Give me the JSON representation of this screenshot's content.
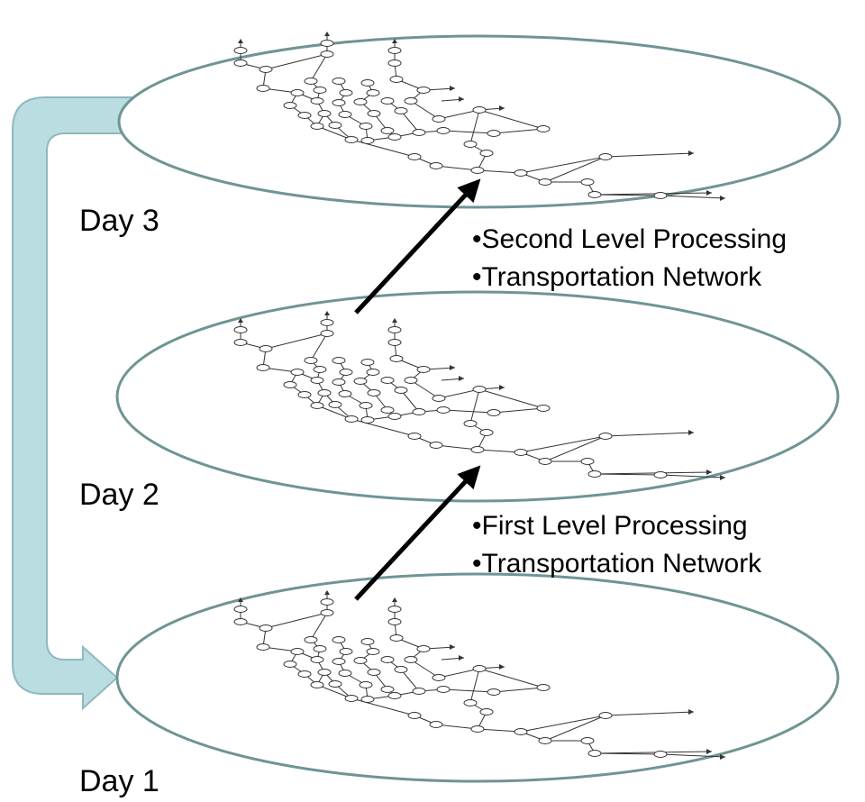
{
  "layers": [
    {
      "label": "Day 3"
    },
    {
      "label": "Day 2"
    },
    {
      "label": "Day 1"
    }
  ],
  "processing_steps": [
    {
      "bullets": [
        "•Second Level Processing",
        "•Transportation Network"
      ]
    },
    {
      "bullets": [
        "•First Level Processing",
        "•Transportation Network"
      ]
    }
  ],
  "colors": {
    "ellipse_stroke": "#6f9494",
    "loop_arrow_fill": "#b9dde1",
    "loop_arrow_stroke": "#8fb9be",
    "network_stroke": "#333333",
    "arrow": "#000000"
  }
}
